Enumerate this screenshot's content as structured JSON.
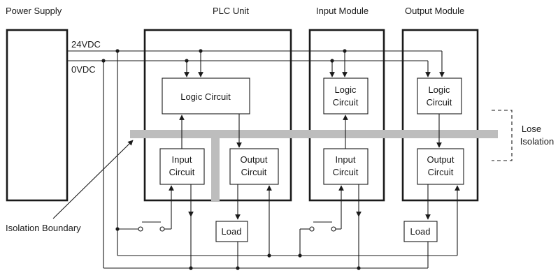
{
  "labels": {
    "power_supply": "Power Supply",
    "plc_unit": "PLC Unit",
    "input_module": "Input Module",
    "output_module": "Output Module",
    "v24": "24VDC",
    "v0": "0VDC",
    "logic_circuit_plc": "Logic Circuit",
    "logic_line1": "Logic",
    "logic_line2": "Circuit",
    "input_line1": "Input",
    "output_line1": "Output",
    "circuit": "Circuit",
    "load": "Load",
    "isolation_boundary": "Isolation Boundary",
    "lose": "Lose",
    "isolation": "Isolation"
  },
  "colors": {
    "line": "#1a1a1a",
    "isolation_band": "#bdbdbd",
    "background": "#ffffff"
  }
}
